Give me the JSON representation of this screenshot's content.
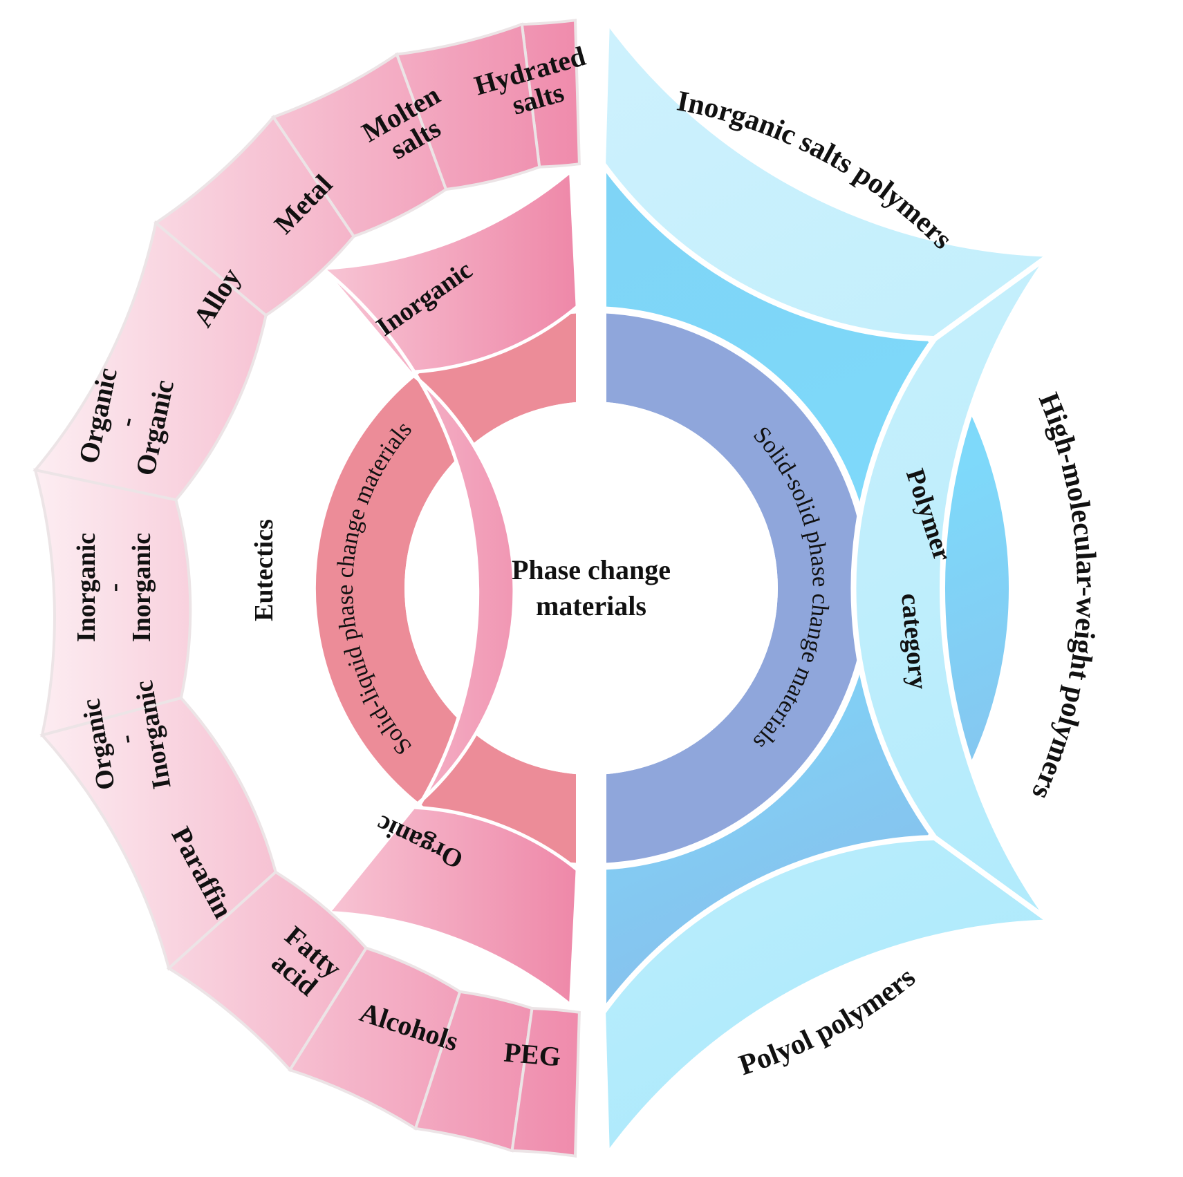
{
  "center": {
    "line1": "Phase change",
    "line2": "materials"
  },
  "inner_ring": {
    "left": {
      "label": "Solid-liquid phase change materials"
    },
    "right": {
      "label": "Solid-solid phase change materials"
    }
  },
  "middle_ring": {
    "inorganic": "Inorganic",
    "eutectics": "Eutectics",
    "organic": "Organic",
    "polymer": {
      "line1": "Polymer",
      "line2": "category"
    }
  },
  "outer_ring": {
    "hydrated_salts": [
      "Hydrated",
      "salts"
    ],
    "molten_salts": [
      "Molten",
      "salts"
    ],
    "metal": [
      "Metal"
    ],
    "alloy": [
      "Alloy"
    ],
    "organic_organic": [
      "Organic",
      "-",
      "Organic"
    ],
    "inorganic_inorganic": [
      "Inorganic",
      "-",
      "Inorganic"
    ],
    "organic_inorganic": [
      "Organic",
      "-",
      "Inorganic"
    ],
    "paraffin": [
      "Paraffin"
    ],
    "fatty_acid": [
      "Fatty",
      "acid"
    ],
    "alcohols": [
      "Alcohols"
    ],
    "peg": [
      "PEG"
    ],
    "inorganic_salts_polymers": "Inorganic salts polymers",
    "high_molecular_weight_polymers": "High-molecular-weight polymers",
    "polyol_polymers": "Polyol polymers"
  },
  "colors": {
    "pink_light": "#fbe6ec",
    "pink_dark": "#ee88a8",
    "inner_pink": "#ec8c98",
    "inner_purple": "#8fa6db",
    "blue_mid": "#7fd3f5",
    "blue_light": "#c4effc"
  }
}
